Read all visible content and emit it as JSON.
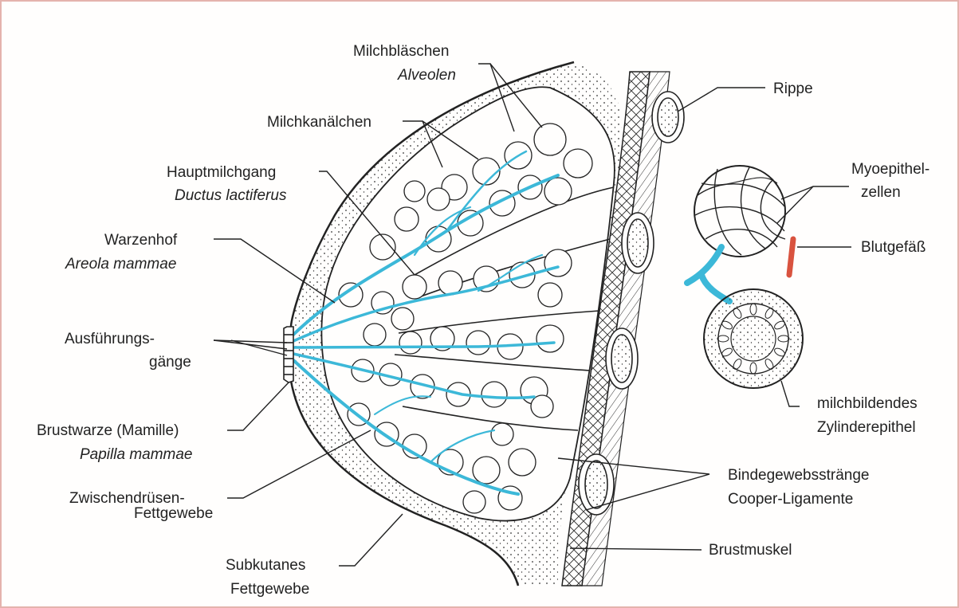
{
  "labels": {
    "milchblaeschen": "Milchbläschen",
    "alveolen": "Alveolen",
    "milchkanaelchen": "Milchkanälchen",
    "hauptmilchgang": "Hauptmilchgang",
    "ductus": "Ductus lactiferus",
    "warzenhof": "Warzenhof",
    "areola": "Areola mammae",
    "ausfuehrungs1": "Ausführungs-",
    "ausfuehrungs2": "gänge",
    "brustwarze": "Brustwarze (Mamille)",
    "papilla": "Papilla mammae",
    "zwischen1": "Zwischendrüsen-",
    "zwischen2": "Fettgewebe",
    "subkutan1": "Subkutanes",
    "subkutan2": "Fettgewebe",
    "rippe": "Rippe",
    "myo1": "Myoepithel-",
    "myo2": "zellen",
    "blutgefaess": "Blutgefäß",
    "milchbild1": "milchbildendes",
    "milchbild2": "Zylinderepithel",
    "binde1": "Bindegewebsstränge",
    "binde2": "Cooper-Ligamente",
    "brustmuskel": "Brustmuskel"
  },
  "colors": {
    "duct": "#3cb8d8",
    "vessel": "#d9533f",
    "line": "#222222",
    "frame": "#e4b3ad"
  }
}
